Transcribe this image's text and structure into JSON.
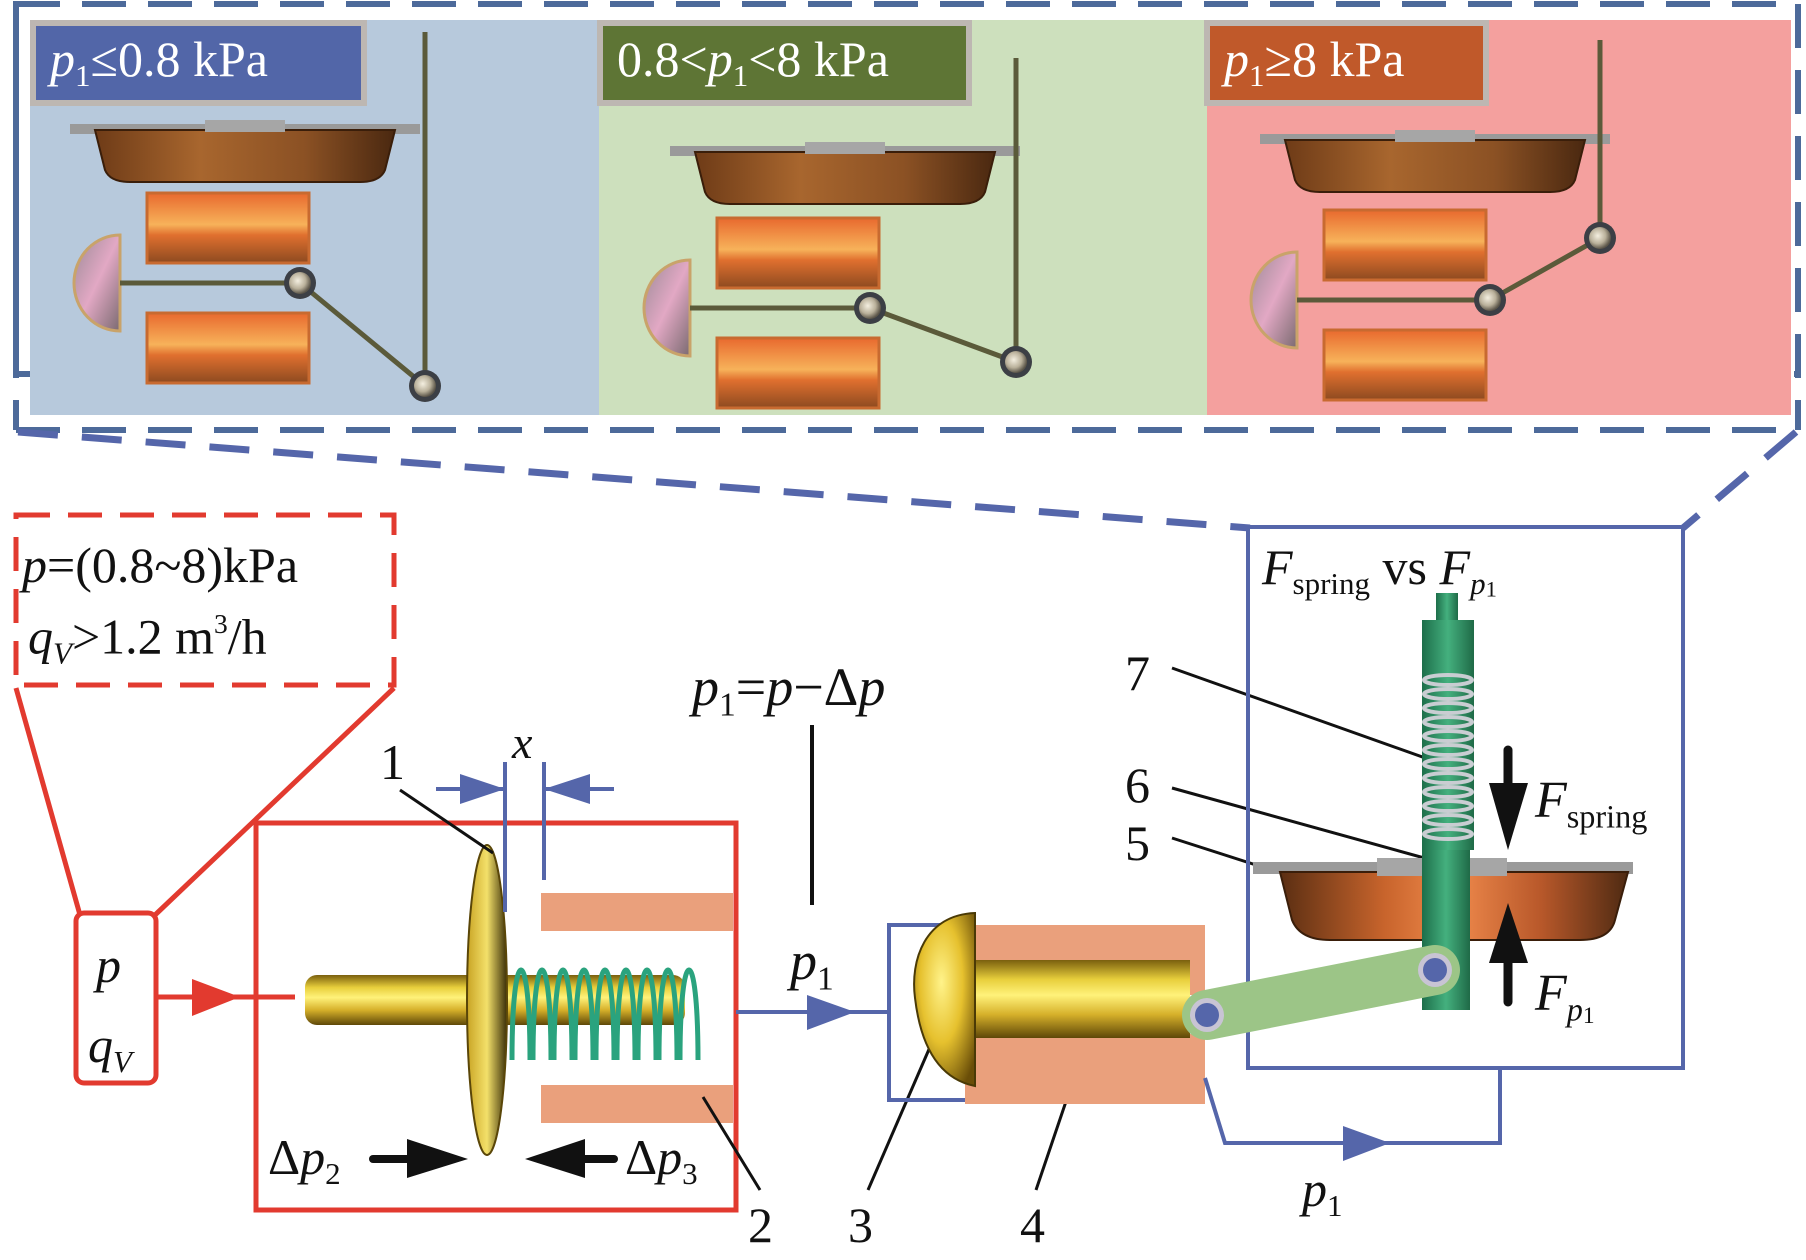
{
  "figure": {
    "title": "Pressure-regulating valve working principle schematic"
  },
  "colors": {
    "panel_low_bg": "#b7c9dc",
    "panel_mid_bg": "#cde0bd",
    "panel_high_bg": "#f4a09e",
    "badge_low": "#5266a8",
    "badge_mid": "#5e7535",
    "badge_high": "#c0592a",
    "badge_border": "#bdb7b2",
    "red_line": "#e23a2f",
    "blue_line": "#5566aa",
    "dashed_blue": "#4d6a9a",
    "seat_salmon": "#eaa07c",
    "lever_green": "#9cc587",
    "stem_green": "#2f9468",
    "gold": "#e6c63a",
    "copper": "#a85f2c"
  },
  "inset_panels": [
    {
      "id": "low",
      "label_var": "p",
      "label_sub": "1",
      "label_rest": "≤0.8 kPa",
      "state": "p1 ≤ 0.8 kPa"
    },
    {
      "id": "mid",
      "label_pre": "0.8<",
      "label_var": "p",
      "label_sub": "1",
      "label_rest": "<8 kPa",
      "state": "0.8 < p1 < 8 kPa"
    },
    {
      "id": "high",
      "label_var": "p",
      "label_sub": "1",
      "label_rest": "≥8 kPa",
      "state": "p1 ≥ 8 kPa"
    }
  ],
  "inlet_condition": {
    "line1_var": "p",
    "line1_rest": "=(0.8~8)kPa",
    "line2_var": "q",
    "line2_sub": "V",
    "line2_rest": ">1.2 m",
    "line2_sup": "3",
    "line2_tail": "/h"
  },
  "inlet_box": {
    "var1": "p",
    "var2": "q",
    "var2_sub": "V"
  },
  "labels": {
    "x": "x",
    "dp2_delta": "Δ",
    "dp2_var": "p",
    "dp2_sub": "2",
    "dp3_delta": "Δ",
    "dp3_var": "p",
    "dp3_sub": "3",
    "p1_eq_var": "p",
    "p1_eq_sub": "1",
    "p1_eq_rest_eq": "=",
    "p1_eq_var2": "p",
    "p1_eq_minus": "−Δ",
    "p1_eq_var3": "p",
    "p1_mid_var": "p",
    "p1_mid_sub": "1",
    "p1_bottom_var": "p",
    "p1_bottom_sub": "1",
    "force_compare_F": "F",
    "force_compare_sub1": "spring",
    "force_compare_vs": " vs ",
    "force_compare_F2": "F",
    "force_compare_sub2_var": "p",
    "force_compare_sub2_num": "1",
    "f_spring_F": "F",
    "f_spring_sub": "spring",
    "f_p1_F": "F",
    "f_p1_sub_var": "p",
    "f_p1_sub_num": "1"
  },
  "part_numbers": [
    "1",
    "2",
    "3",
    "4",
    "5",
    "6",
    "7"
  ]
}
